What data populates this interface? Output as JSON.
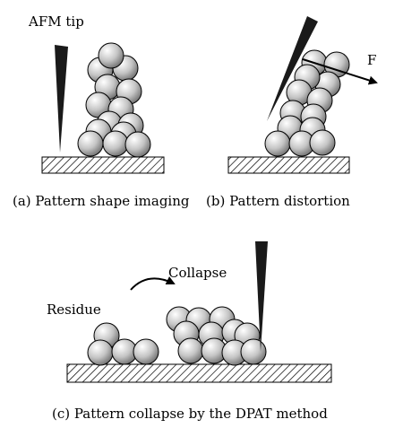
{
  "panels": {
    "a": {
      "tip_label": "AFM tip",
      "caption": "(a) Pattern shape imaging"
    },
    "b": {
      "force_label": "F",
      "caption": "(b) Pattern distortion"
    },
    "c": {
      "collapse_label": "Collapse",
      "residue_label": "Residue",
      "caption": "(c) Pattern collapse by the DPAT method"
    }
  },
  "colors": {
    "tip": "#1a1a1a",
    "sphere_light": "#ffffff",
    "sphere_dark": "#6e6e6e",
    "outline": "#000000"
  }
}
